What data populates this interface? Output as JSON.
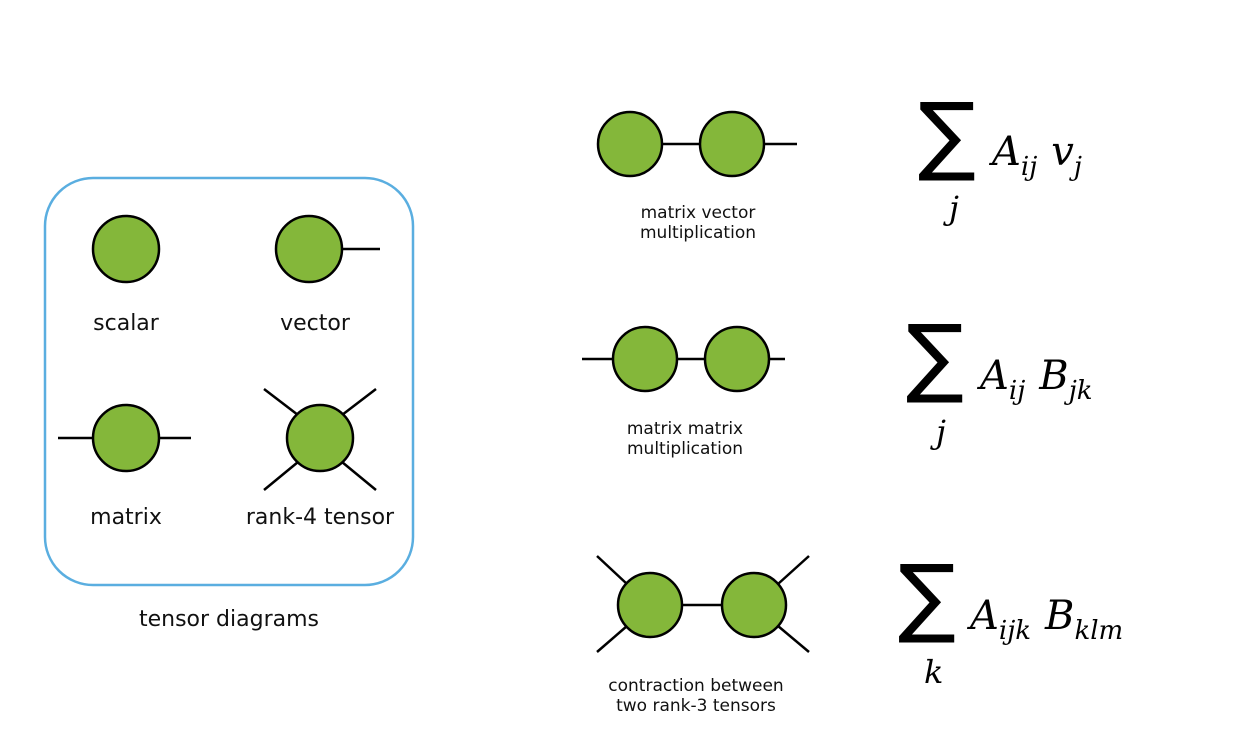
{
  "colors": {
    "node_fill": "#84b73a",
    "stroke": "#000000",
    "frame": "#5aaee0"
  },
  "legend": {
    "caption": "tensor diagrams",
    "items": [
      {
        "label": "scalar"
      },
      {
        "label": "vector"
      },
      {
        "label": "matrix"
      },
      {
        "label": "rank-4 tensor"
      }
    ]
  },
  "examples": [
    {
      "caption_lines": [
        "matrix vector",
        "multiplication"
      ],
      "sum_index": "j",
      "t1": "A",
      "t1_sub": "ij",
      "t2": "v",
      "t2_sub": "j"
    },
    {
      "caption_lines": [
        "matrix matrix",
        "multiplication"
      ],
      "sum_index": "j",
      "t1": "A",
      "t1_sub": "ij",
      "t2": "B",
      "t2_sub": "jk"
    },
    {
      "caption_lines": [
        "contraction between",
        "two rank-3 tensors"
      ],
      "sum_index": "k",
      "t1": "A",
      "t1_sub": "ijk",
      "t2": "B",
      "t2_sub": "klm"
    }
  ]
}
